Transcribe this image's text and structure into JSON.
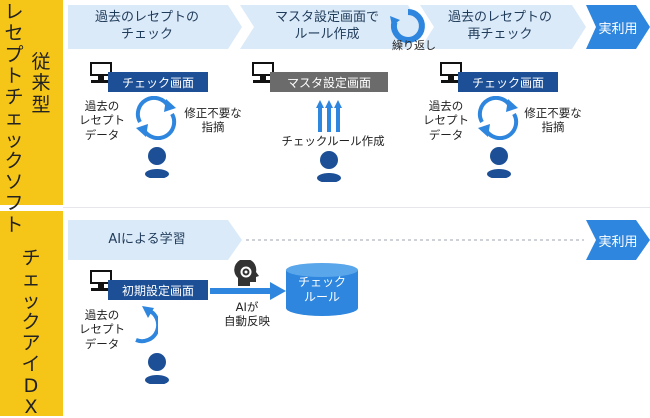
{
  "sections": {
    "traditional_chars": [
      "レ",
      "セ",
      "プ",
      "ト",
      "チ",
      "ェ",
      "ッ",
      "ク",
      "ソ",
      "フ",
      "ト"
    ],
    "traditional_sub": "従来型",
    "dx_chars": [
      "チ",
      "ェ",
      "ッ",
      "ク",
      "ア",
      "イ",
      "D",
      "X"
    ]
  },
  "top_flow": {
    "step1": "過去のレセプトの\nチェック",
    "step2": "マスタ設定画面で\nルール作成",
    "loop_label": "繰り返し",
    "step3": "過去のレセプトの\n再チェック",
    "end": "実利用"
  },
  "top_left": {
    "screen": "チェック画面",
    "data_label": "過去の\nレセプト\nデータ",
    "result": "修正不要な\n指摘"
  },
  "top_mid": {
    "screen": "マスタ設定画面",
    "caption": "チェックルール作成"
  },
  "top_right": {
    "screen": "チェック画面",
    "data_label": "過去の\nレセプト\nデータ",
    "result": "修正不要な\n指摘"
  },
  "bottom_flow": {
    "step": "AIによる学習",
    "end": "実利用"
  },
  "bottom": {
    "screen": "初期設定画面",
    "data_label": "過去の\nレセプト\nデータ",
    "ai_label": "AIが\n自動反映",
    "db_label": "チェック\nルール"
  },
  "colors": {
    "yellow": "#f5c518",
    "chevron_light": "#dbeaf8",
    "blue": "#2e86de",
    "navy": "#1c4f96",
    "gray": "#6b6b6b"
  }
}
